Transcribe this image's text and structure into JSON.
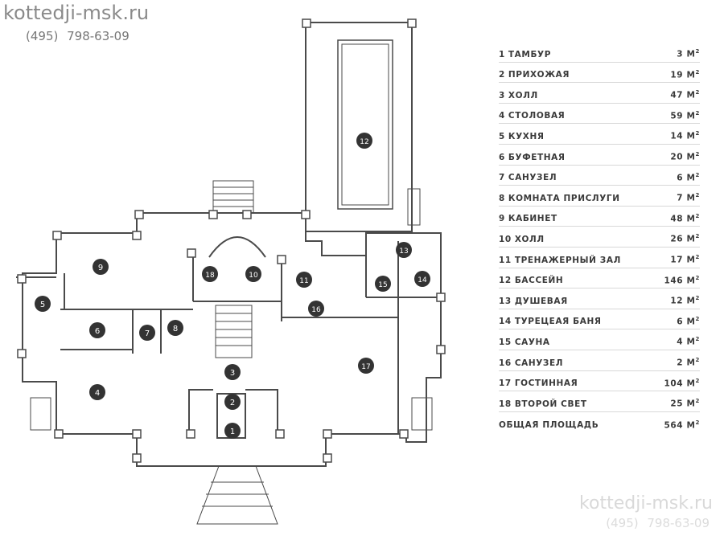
{
  "header": {
    "site": "kottedji-msk.ru",
    "phone": "(495)  798-63-09"
  },
  "watermark": {
    "site": "kottedji-msk.ru",
    "phone": "(495)  798-63-09"
  },
  "rooms": [
    {
      "num": "1",
      "name": "ТАМБУР",
      "area": "3",
      "unit": "М",
      "sup": "2"
    },
    {
      "num": "2",
      "name": "ПРИХОЖАЯ",
      "area": "19",
      "unit": "М",
      "sup": "2"
    },
    {
      "num": "3",
      "name": "ХОЛЛ",
      "area": "47",
      "unit": "М",
      "sup": "2"
    },
    {
      "num": "4",
      "name": "СТОЛОВАЯ",
      "area": "59",
      "unit": "М",
      "sup": "2"
    },
    {
      "num": "5",
      "name": "КУХНЯ",
      "area": "14",
      "unit": "М",
      "sup": "2"
    },
    {
      "num": "6",
      "name": "БУФЕТНАЯ",
      "area": "20",
      "unit": "М",
      "sup": "2"
    },
    {
      "num": "7",
      "name": "САНУЗЕЛ",
      "area": "6",
      "unit": "М",
      "sup": "2"
    },
    {
      "num": "8",
      "name": "КОМНАТА ПРИСЛУГИ",
      "area": "7",
      "unit": "М",
      "sup": "2"
    },
    {
      "num": "9",
      "name": "КАБИНЕТ",
      "area": "48",
      "unit": "М",
      "sup": "2"
    },
    {
      "num": "10",
      "name": "ХОЛЛ",
      "area": "26",
      "unit": "М",
      "sup": "2"
    },
    {
      "num": "11",
      "name": "ТРЕНАЖЕРНЫЙ ЗАЛ",
      "area": "17",
      "unit": "М",
      "sup": "2"
    },
    {
      "num": "12",
      "name": "БАССЕЙН",
      "area": "146",
      "unit": "М",
      "sup": "2"
    },
    {
      "num": "13",
      "name": "ДУШЕВАЯ",
      "area": "12",
      "unit": "М",
      "sup": "2"
    },
    {
      "num": "14",
      "name": "ТУРЕЦЕАЯ БАНЯ",
      "area": "6",
      "unit": "М",
      "sup": "2"
    },
    {
      "num": "15",
      "name": "САУНА",
      "area": "4",
      "unit": "М",
      "sup": "2"
    },
    {
      "num": "16",
      "name": "САНУЗЕЛ",
      "area": "2",
      "unit": "М",
      "sup": "2"
    },
    {
      "num": "17",
      "name": "ГОСТИННАЯ",
      "area": "104",
      "unit": "М",
      "sup": "2"
    },
    {
      "num": "18",
      "name": "ВТОРОЙ СВЕТ",
      "area": "25",
      "unit": "М",
      "sup": "2"
    }
  ],
  "total": {
    "name": "ОБЩАЯ ПЛОЩАДЬ",
    "area": "564",
    "unit": "М",
    "sup": "2"
  },
  "colors": {
    "wall": "#4a4a4a",
    "marker": "#333333",
    "text": "#3a3a3a"
  }
}
